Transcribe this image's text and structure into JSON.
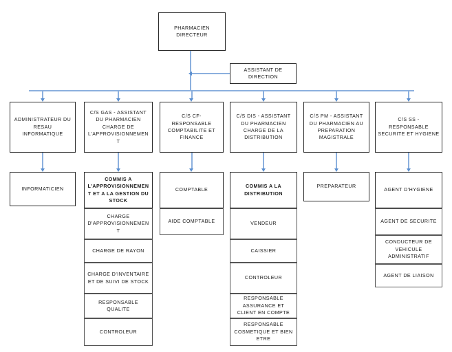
{
  "diagram": {
    "title": "Organigramme - Pharmacie",
    "type": "org-chart",
    "connector_color": "#8cb0de",
    "box_border_color": "#3a3a3a",
    "background": "#ffffff"
  },
  "root": {
    "label": "PHARMACIEN DIRECTEUR"
  },
  "staff": {
    "label": "ASSISTANT DE DIRECTION"
  },
  "departments": [
    {
      "id": "informatique",
      "label": "ADMINISTRATEUR DU RESAU INFORMATIQUE",
      "children": [
        {
          "label": "INFORMATICIEN",
          "bold": false
        }
      ]
    },
    {
      "id": "gas",
      "label": "C/S GAS - ASSISTANT DU PHARMACIEN CHARGE DE L'APPROVISIONNEMENT",
      "children": [
        {
          "label": "COMMIS A L'APPROVISIONNEMENT ET A LA GESTION DU STOCK",
          "bold": true
        },
        {
          "label": "CHARGE D'APPROVISIONNEMENT",
          "bold": false
        },
        {
          "label": "CHARGE DE RAYON",
          "bold": false
        },
        {
          "label": "CHARGE D'INVENTAIRE ET DE SUIVI DE STOCK",
          "bold": false
        },
        {
          "label": "RESPONSABLE QUALITE",
          "bold": false
        },
        {
          "label": "CONTROLEUR",
          "bold": false
        }
      ]
    },
    {
      "id": "cf",
      "label": "C/S CF- RESPONSABLE COMPTABILITE ET FINANCE",
      "children": [
        {
          "label": "COMPTABLE",
          "bold": false
        },
        {
          "label": "AIDE COMPTABLE",
          "bold": false
        }
      ]
    },
    {
      "id": "dis",
      "label": "C/S DIS - ASSISTANT DU PHARMACIEN CHARGE DE LA DISTRIBUTION",
      "children": [
        {
          "label": "COMMIS A LA DISTRIBUTION",
          "bold": true
        },
        {
          "label": "VENDEUR",
          "bold": false
        },
        {
          "label": "CAISSIER",
          "bold": false
        },
        {
          "label": "CONTROLEUR",
          "bold": false
        },
        {
          "label": "RESPONSABLE ASSURANCE ET CLIENT EN COMPTE",
          "bold": false
        },
        {
          "label": "RESPONSABLE COSMETIQUE ET BIEN ETRE",
          "bold": false
        }
      ]
    },
    {
      "id": "pm",
      "label": "C/S PM - ASSISTANT DU PHARMACIEN AU PREPARATION MAGISTRALE",
      "children": [
        {
          "label": "PREPARATEUR",
          "bold": false
        }
      ]
    },
    {
      "id": "ss",
      "label": "C/S SS - RESPONSABLE SECURITE ET HYGIENE",
      "children": [
        {
          "label": "AGENT D'HYGIENE",
          "bold": false
        },
        {
          "label": "AGENT DE SECURITE",
          "bold": false
        },
        {
          "label": "CONDUCTEUR DE VEHICULE ADMINISTRATIF",
          "bold": false
        },
        {
          "label": "AGENT DE LIAISON",
          "bold": false
        }
      ]
    }
  ]
}
